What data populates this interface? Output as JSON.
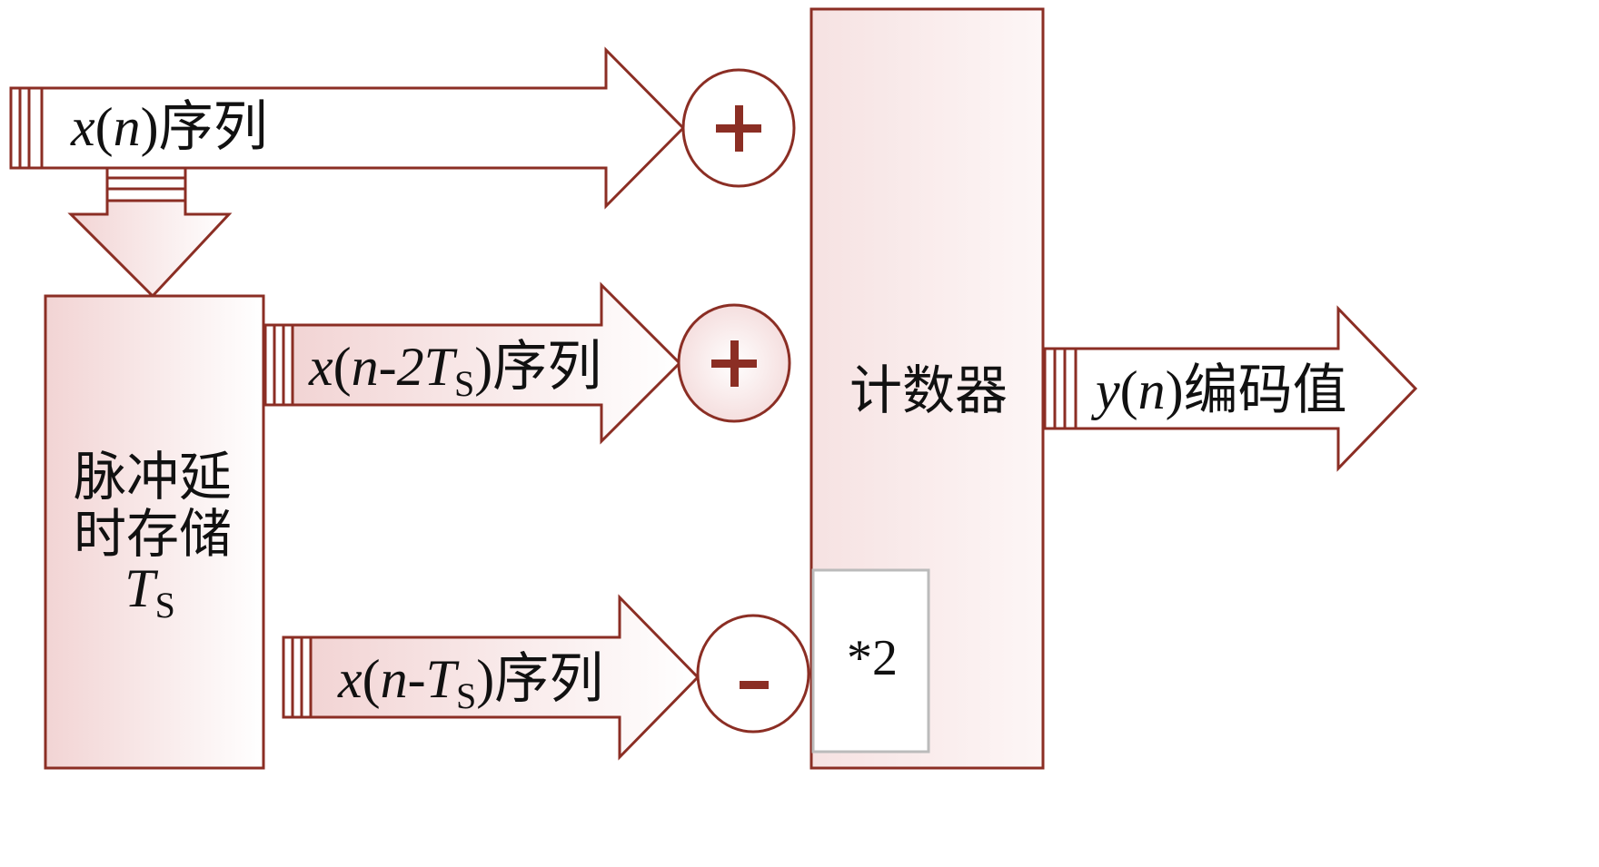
{
  "colors": {
    "stroke": "#8b2e24",
    "fill_light": "#fbeff0",
    "fill_mid": "#f2d4d4",
    "multiplier_border": "#bbbbbb",
    "text": "#111111"
  },
  "inputs": {
    "xn": {
      "var": "x",
      "arg": "n",
      "suffix": "序列"
    },
    "xn2": {
      "var": "x",
      "arg": "n-2T",
      "subscript": "S",
      "close": ")",
      "suffix": "序列"
    },
    "xn1": {
      "var": "x",
      "arg": "n-T",
      "subscript": "S",
      "close": ")",
      "suffix": "序列"
    }
  },
  "delay_block": {
    "line1": "脉冲延",
    "line2": "时存储",
    "var": "T",
    "subscript": "S"
  },
  "operators": {
    "plus_top": "+",
    "plus_mid": "+",
    "minus": "-"
  },
  "counter": {
    "label": "计数器",
    "multiplier": "*2"
  },
  "output": {
    "var": "y",
    "arg": "n",
    "suffix": "编码值"
  }
}
